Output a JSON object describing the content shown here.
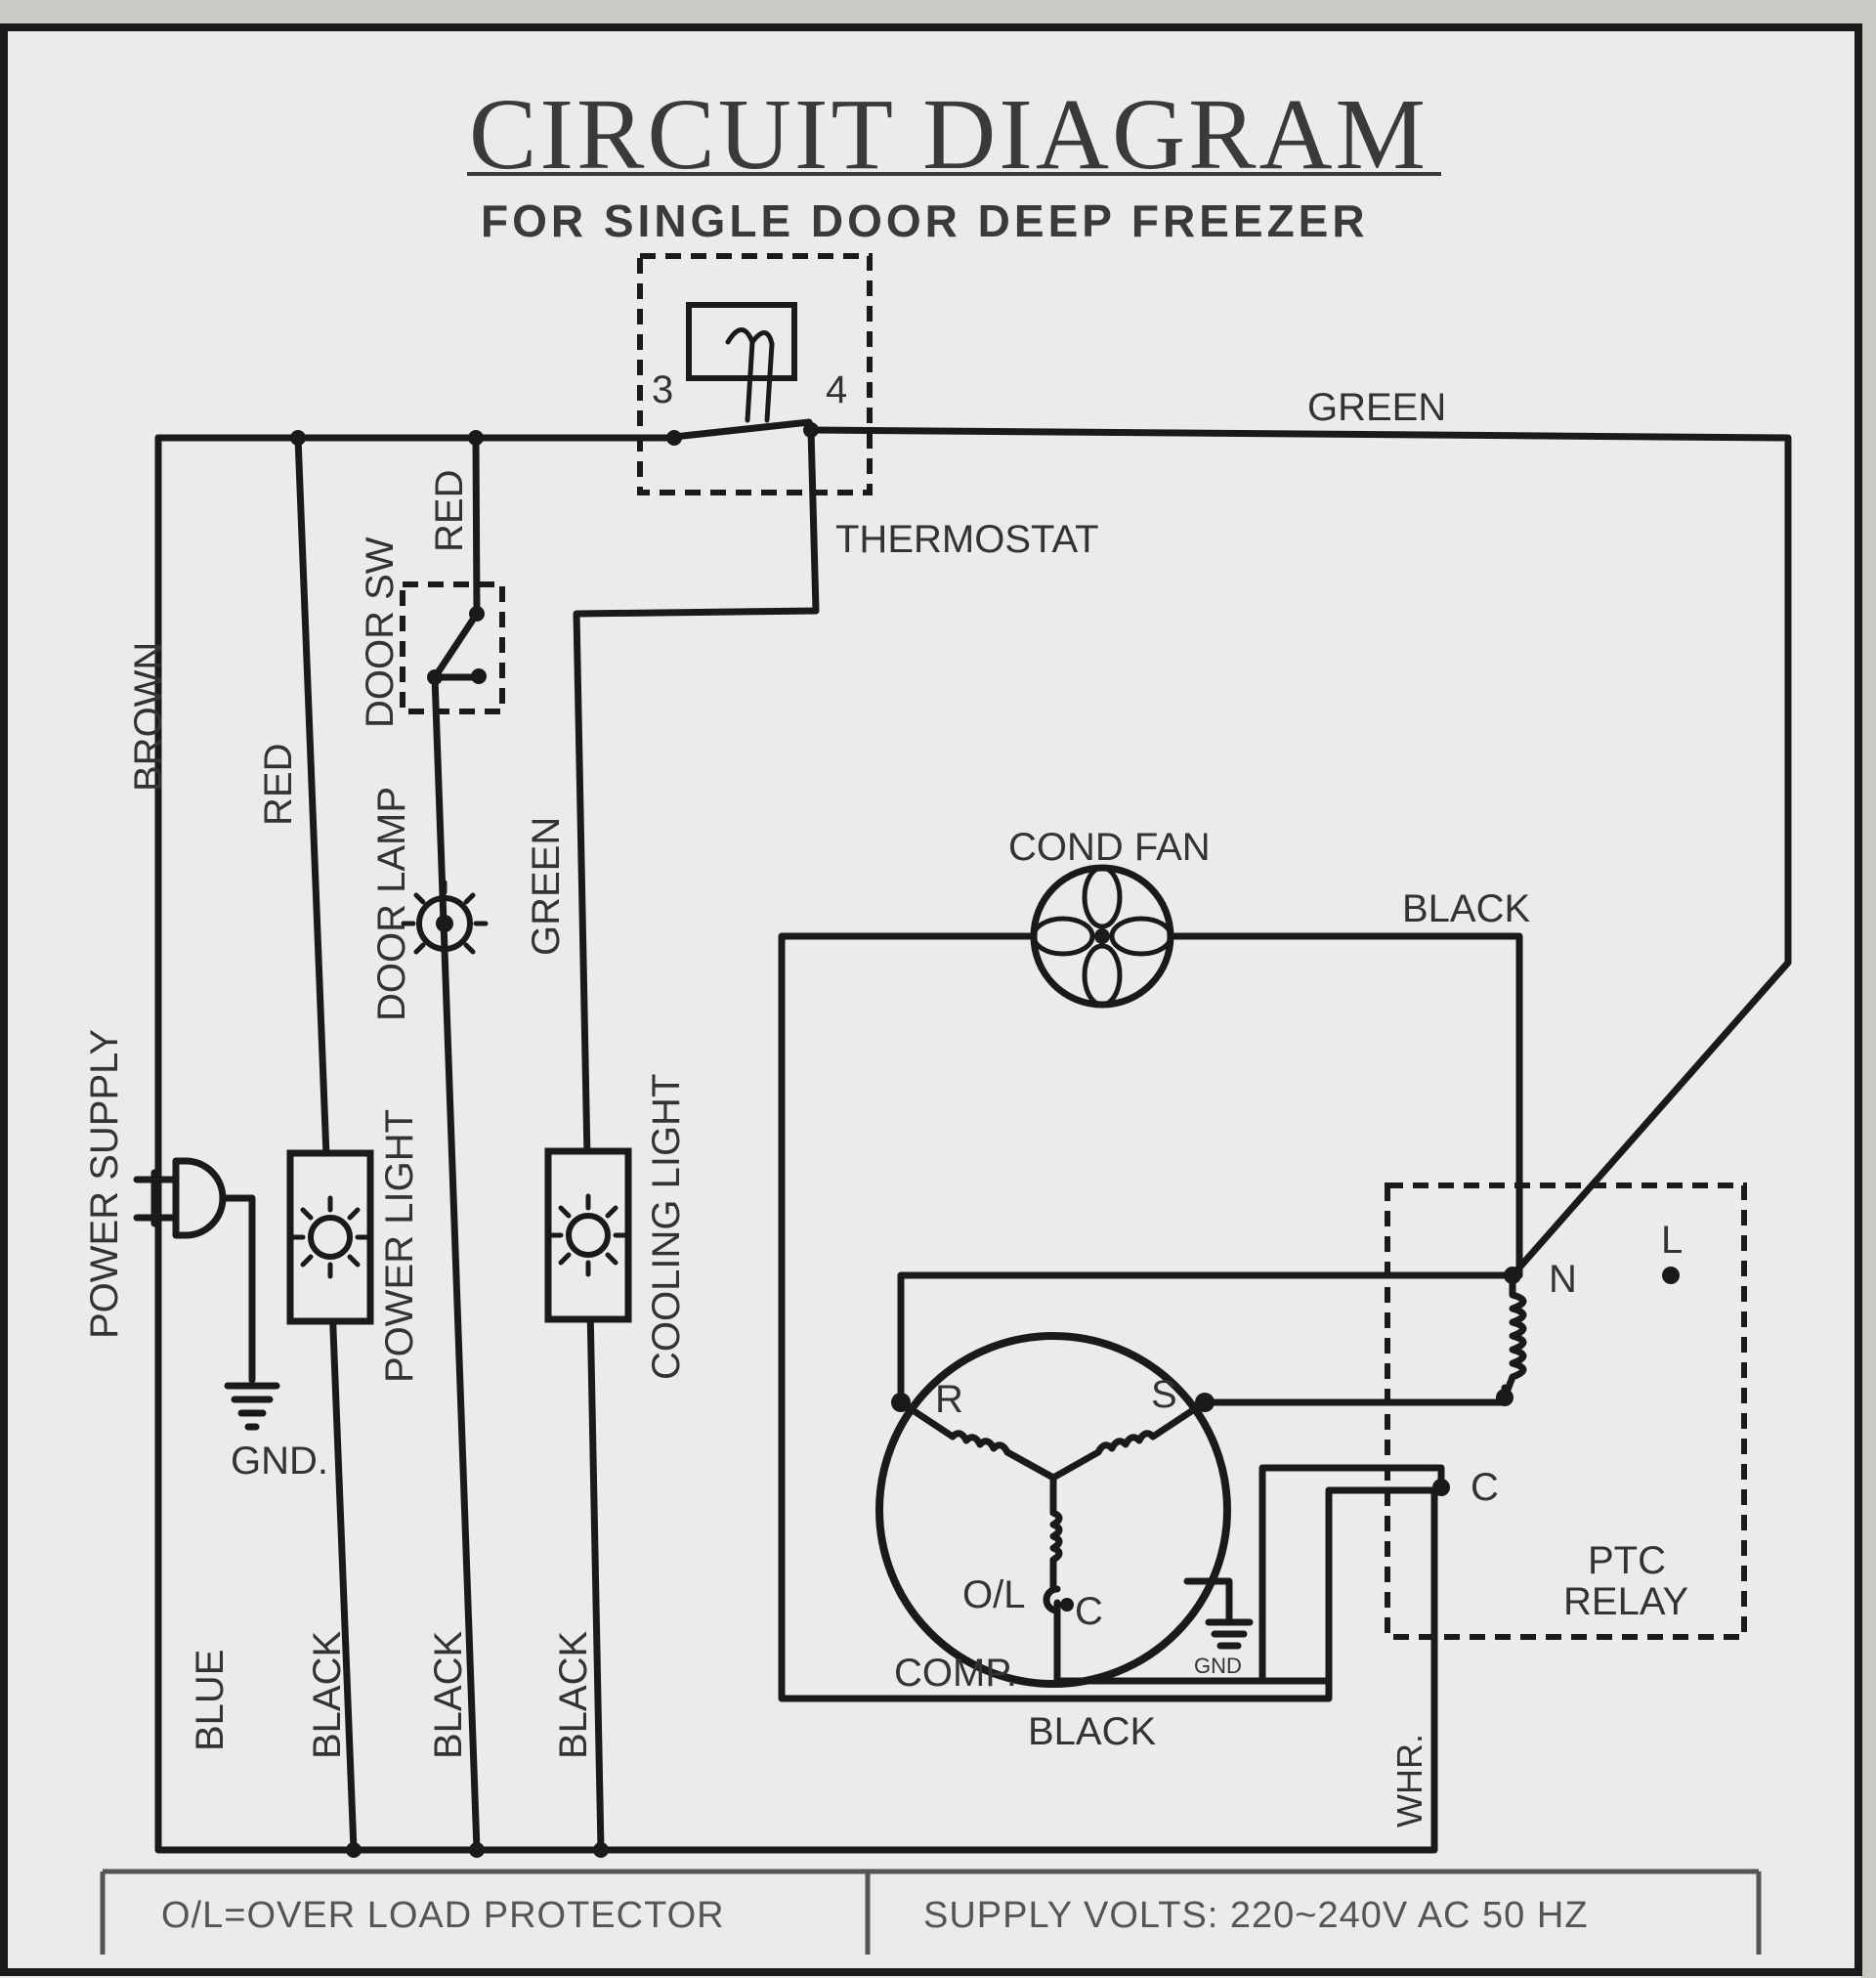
{
  "title": "CIRCUIT DIAGRAM",
  "subtitle": "FOR SINGLE DOOR DEEP FREEZER",
  "thermostat": {
    "label": "THERMOSTAT",
    "terminal_left": "3",
    "terminal_right": "4"
  },
  "wires": {
    "green_top": "GREEN",
    "brown": "BROWN",
    "red_power": "RED",
    "red_door": "RED",
    "green_cooling": "GREEN",
    "fan_black": "BLACK",
    "comp_black": "BLACK",
    "blue": "BLUE",
    "black_1": "BLACK",
    "black_2": "BLACK",
    "black_3": "BLACK",
    "whr": "WHR."
  },
  "components": {
    "door_sw": "DOOR SW",
    "door_lamp": "DOOR LAMP",
    "power_supply": "POWER SUPPLY",
    "gnd": "GND.",
    "power_light": "POWER LIGHT",
    "cooling_light": "COOLING LIGHT",
    "cond_fan": "COND FAN",
    "comp": "COMP.",
    "comp_r": "R",
    "comp_s": "S",
    "comp_c": "C",
    "comp_ol": "O/L",
    "comp_gnd": "GND",
    "relay_n": "N",
    "relay_l": "L",
    "relay_c": "C",
    "ptc_line1": "PTC",
    "ptc_line2": "RELAY"
  },
  "footer": {
    "left": "O/L=OVER LOAD PROTECTOR",
    "right": "SUPPLY VOLTS:  220~240V  AC   50 HZ"
  },
  "colors": {
    "panel": "#ebebea",
    "ink": "#1a1a1a",
    "text": "#333333",
    "background": "#c9c9c6"
  }
}
